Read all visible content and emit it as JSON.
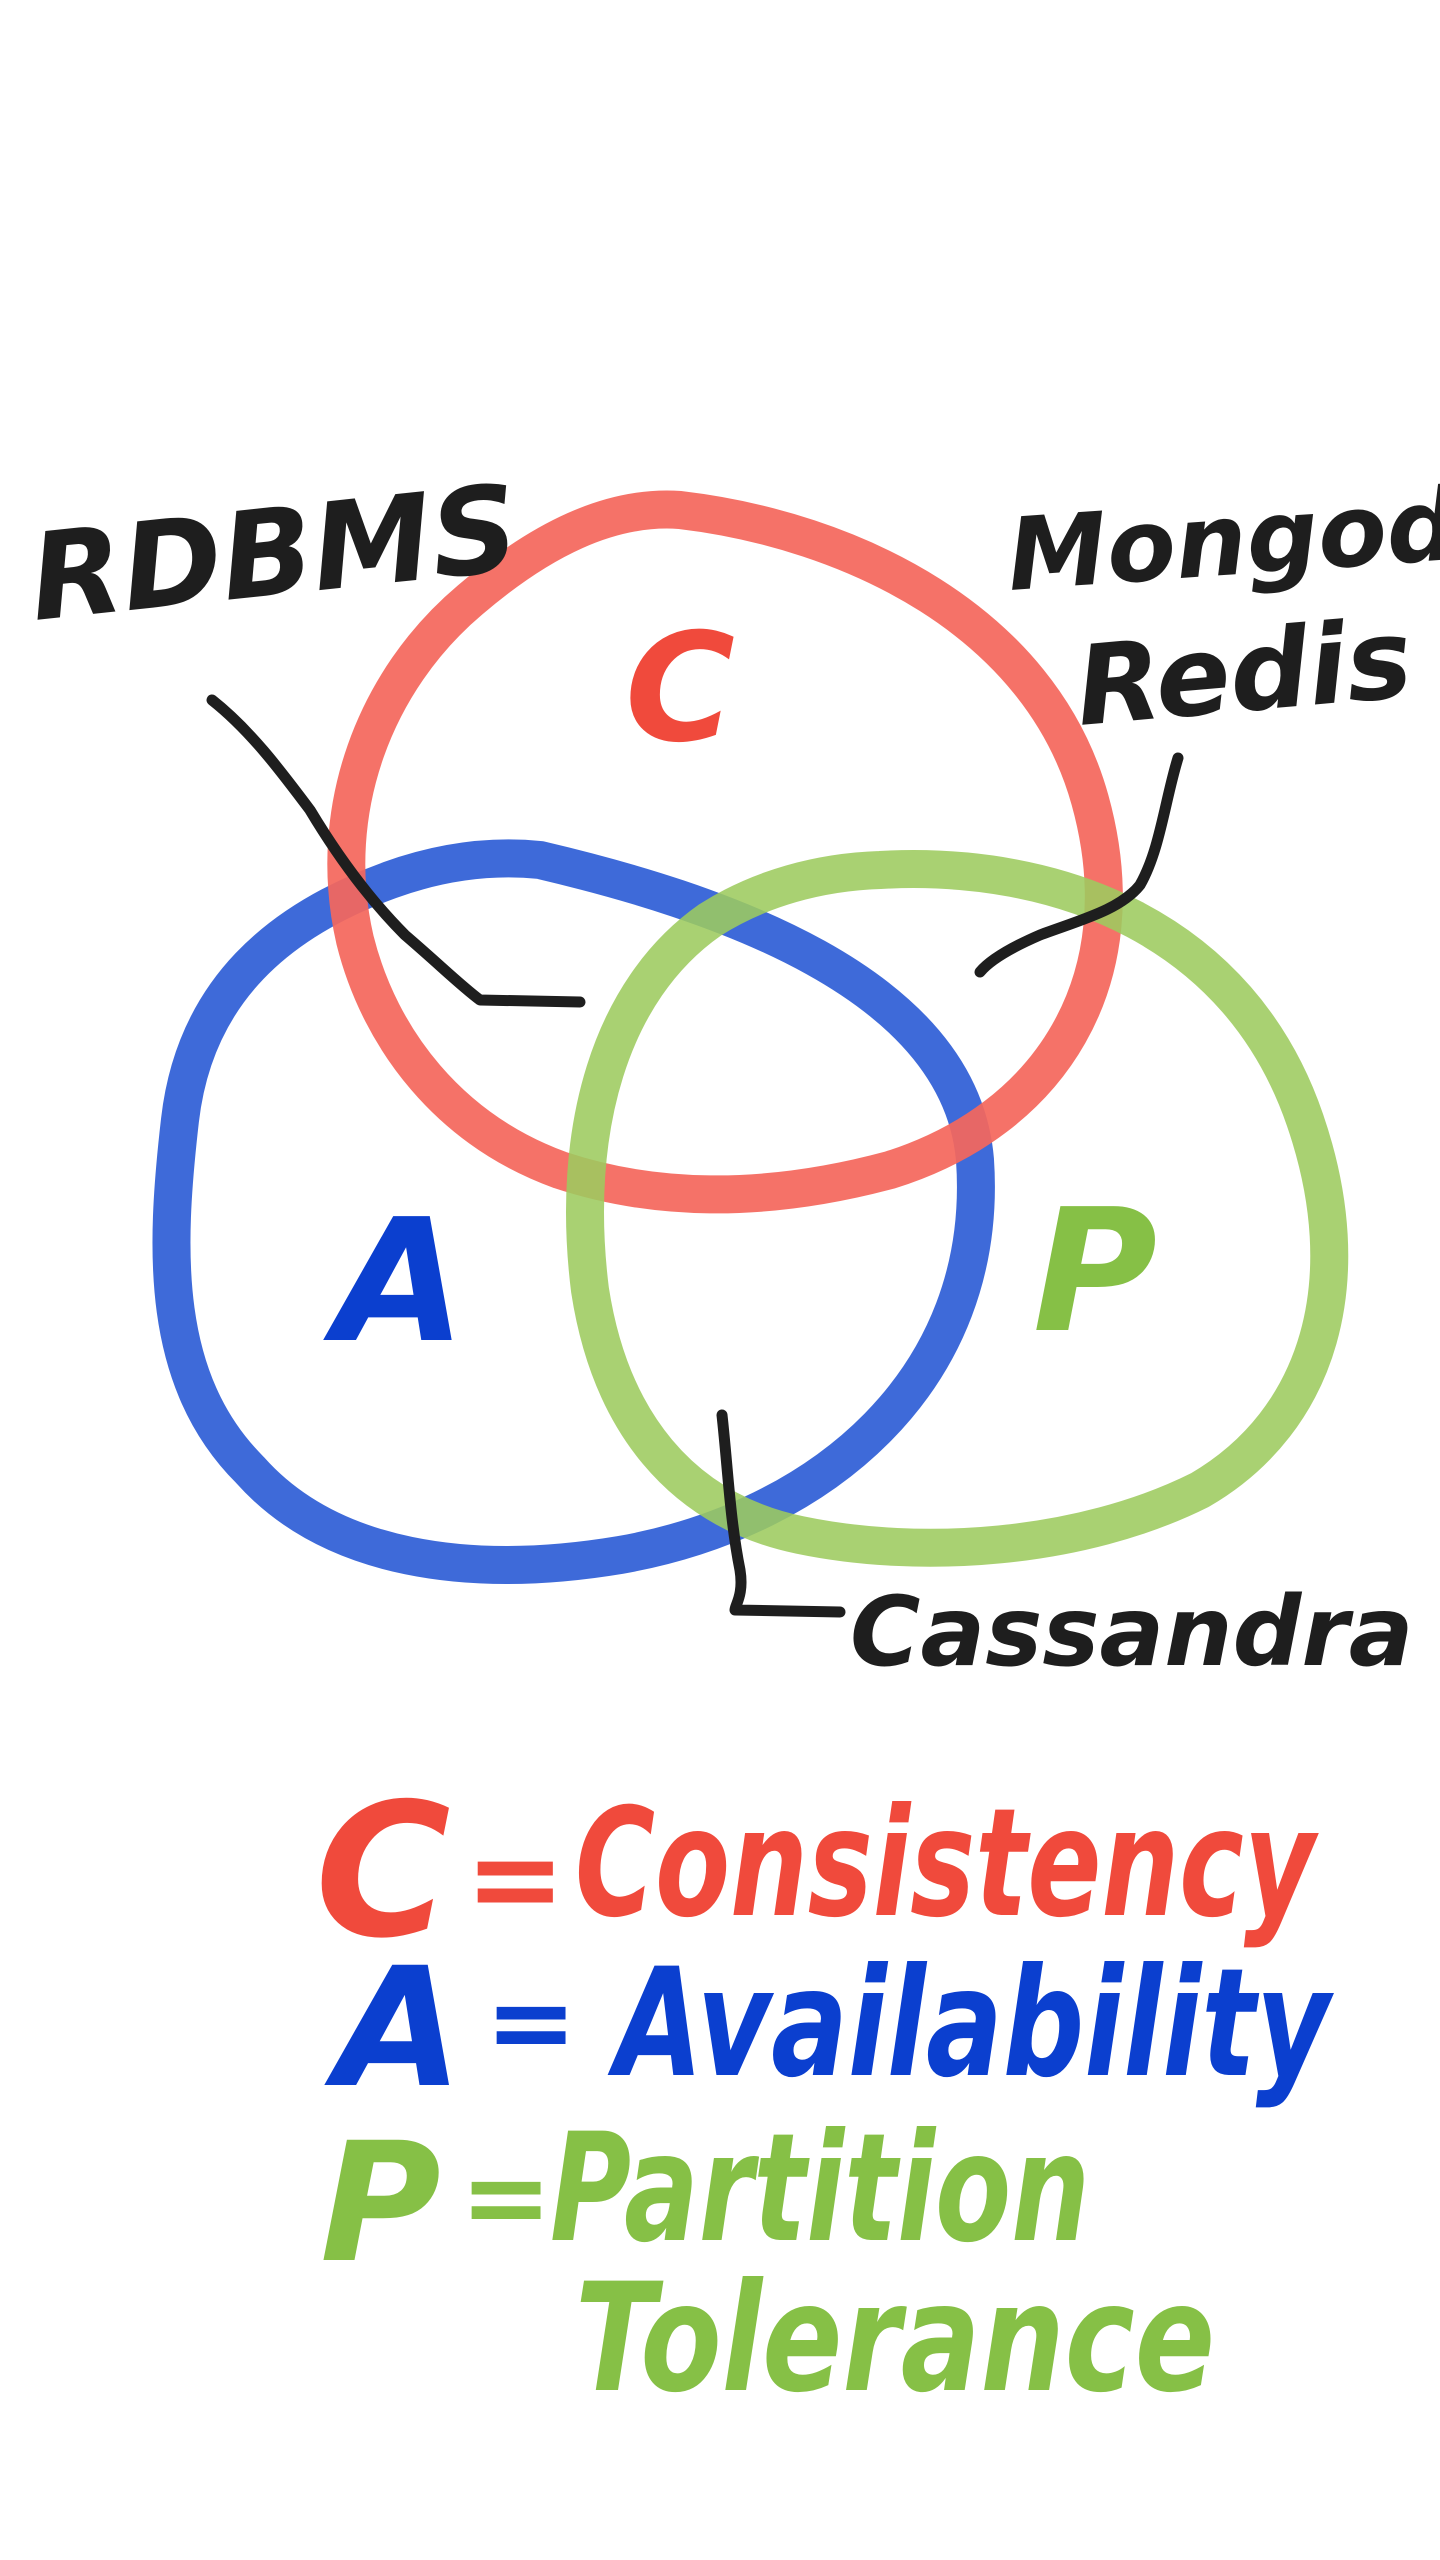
{
  "colors": {
    "consistency": "#f4675c",
    "availability": "#2f5fd6",
    "partition": "#9dcb5e",
    "legend_c": "#f04a3c",
    "legend_a": "#0b3fcf",
    "legend_p": "#86c046",
    "ink": "#1e1e1e"
  },
  "circles": {
    "c_letter": "C",
    "a_letter": "A",
    "p_letter": "P"
  },
  "callouts": {
    "rdbms": "RDBMS",
    "mongodb": "Mongodb",
    "redis": "Redis",
    "cassandra": "Cassandra"
  },
  "legend": {
    "c_key": "C",
    "c_eq": "=",
    "c_term": "Consistency",
    "a_key": "A",
    "a_eq": "=",
    "a_term": "Availability",
    "p_key": "P",
    "p_eq": "=",
    "p_term_line1": "Partition",
    "p_term_line2": "Tolerance"
  }
}
